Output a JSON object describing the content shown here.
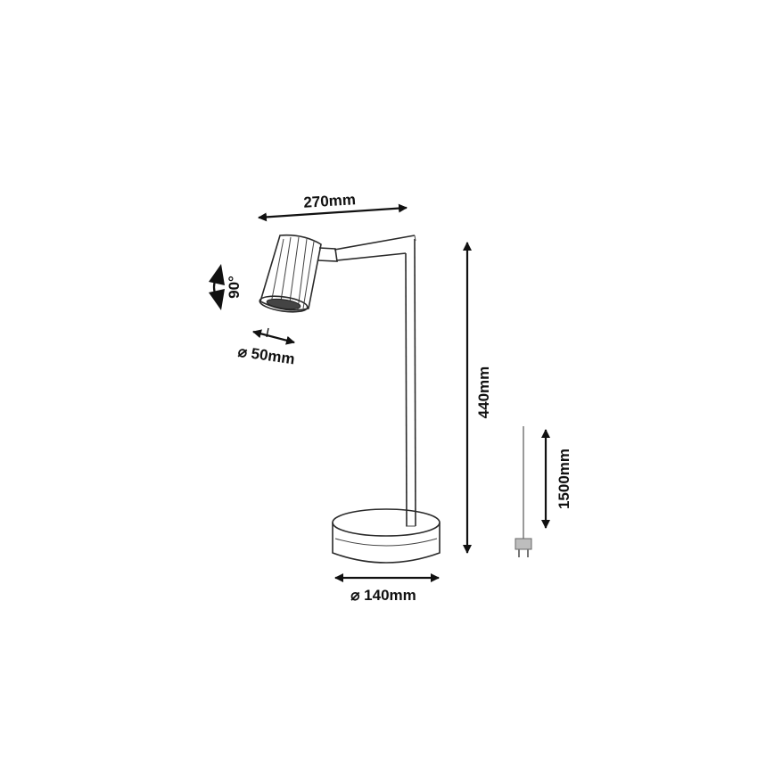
{
  "dimensions": {
    "arm_length": "270mm",
    "height": "440mm",
    "head_diameter": "⌀ 50mm",
    "base_diameter": "⌀ 140mm",
    "cable_length": "1500mm",
    "rotation": "90°"
  },
  "colors": {
    "line": "#2a2a2a",
    "arrow": "#111111",
    "cable": "#9a9a9a"
  }
}
